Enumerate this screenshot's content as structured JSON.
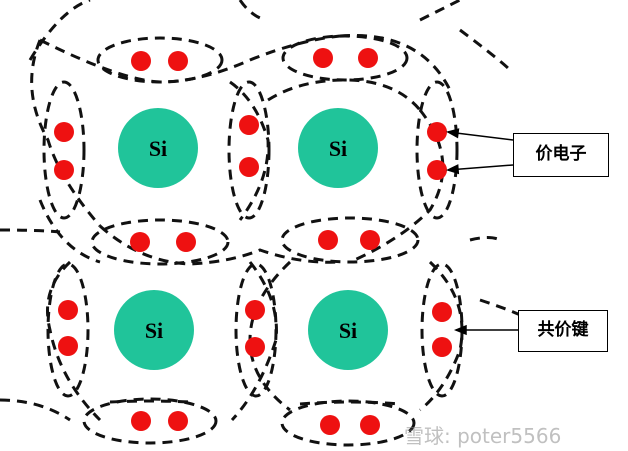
{
  "atoms": [
    {
      "label": "Si"
    },
    {
      "label": "Si"
    },
    {
      "label": "Si"
    },
    {
      "label": "Si"
    }
  ],
  "callouts": {
    "valence_electron": "价电子",
    "covalent_bond": "共价键"
  },
  "watermark": "雪球: poter5566",
  "colors": {
    "atom": "#20c49a",
    "electron": "#ee1111",
    "bond_line": "#111111"
  }
}
